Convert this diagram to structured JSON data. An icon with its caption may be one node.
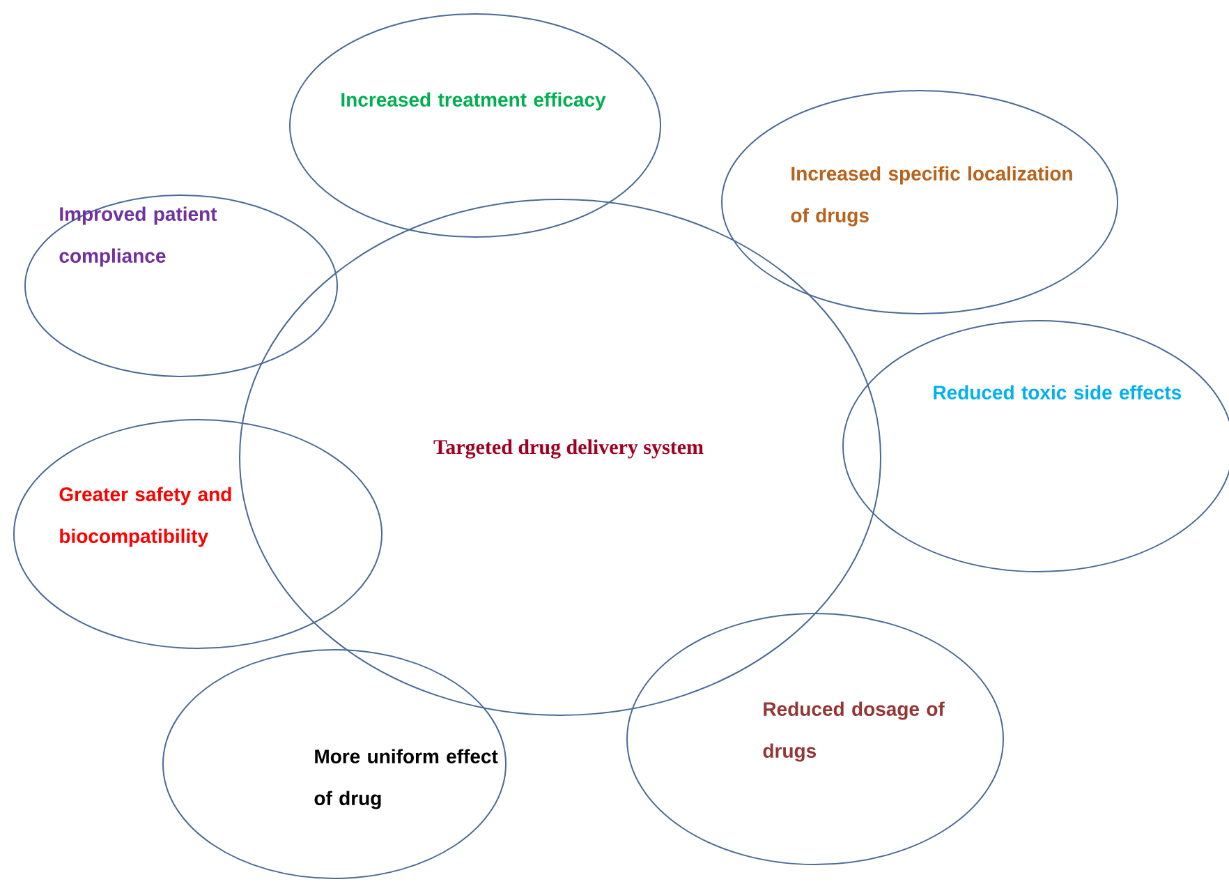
{
  "diagram": {
    "nodes": [
      {
        "text": [
          "Targeted drug delivery system"
        ]
      },
      {
        "text": [
          "Increased treatment efficacy"
        ]
      },
      {
        "text": [
          "Improved patient compliance"
        ]
      },
      {
        "text": [
          "Increased specific localization of drugs"
        ]
      },
      {
        "text": [
          "Reduced toxic side effects"
        ]
      },
      {
        "text": [
          "Greater safety and biocompatibility"
        ]
      },
      {
        "text": [
          "Reduced dosage of drugs"
        ]
      },
      {
        "text": [
          "More uniform effect of drug"
        ]
      }
    ]
  }
}
